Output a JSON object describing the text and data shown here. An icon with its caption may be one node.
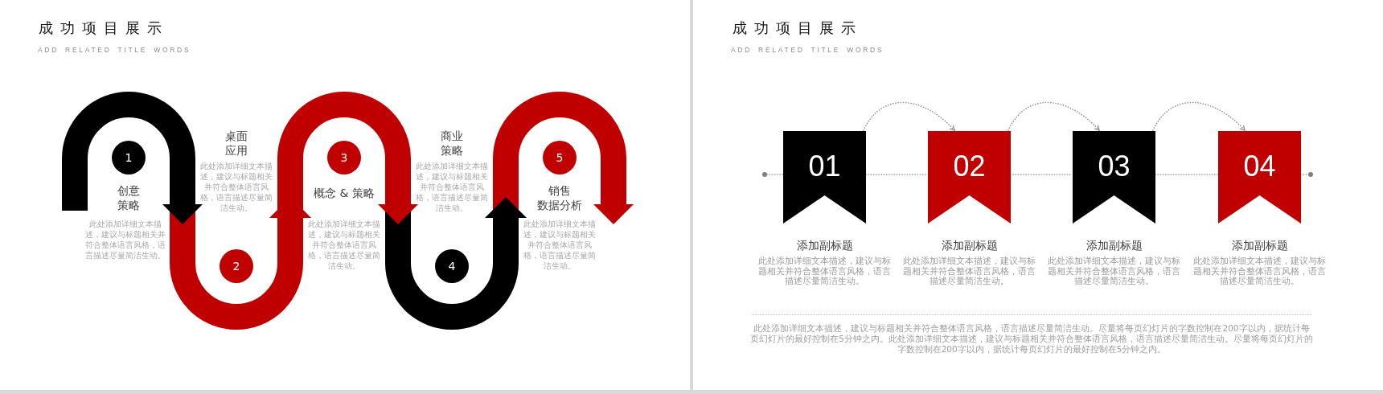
{
  "diagram": {
    "nodes": [
      {
        "text": [
          "1"
        ],
        "beside": [
          "创意策略",
          "此处添加详细文本描述，建议与标题相关并符合整体语言风格，语言描述尽量简洁生动。"
        ]
      },
      {
        "text": [
          "2"
        ],
        "beside": [
          "桌面应用",
          "此处添加详细文本描述，建议与标题相关并符合整体语言风格，语言描述尽量简洁生动。"
        ]
      },
      {
        "text": [
          "3"
        ],
        "beside": [
          "概念 & 策略",
          "此处添加详细文本描述，建议与标题相关并符合整体语言风格，语言描述尽量简洁生动。"
        ]
      },
      {
        "text": [
          "4"
        ],
        "beside": [
          "商业策略",
          "此处添加详细文本描述，建议与标题相关并符合整体语言风格，语言描述尽量简洁生动。"
        ]
      },
      {
        "text": [
          "5"
        ],
        "beside": [
          "销售数据分析",
          "此处添加详细文本描述，建议与标题相关并符合整体语言风格，语言描述尽量简洁生动。"
        ]
      },
      {
        "text": [],
        "shape": "circle"
      },
      {
        "text": [
          "01"
        ],
        "beside": [
          "添加副标题",
          "此处添加详细文本描述，建议与标题相关并符合整体语言风格，语言描述尽量简洁生动。"
        ]
      },
      {
        "text": [
          "02"
        ],
        "beside": [
          "添加副标题",
          "此处添加详细文本描述，建议与标题相关并符合整体语言风格，语言描述尽量简洁生动。"
        ]
      },
      {
        "text": [
          "03"
        ],
        "beside": [
          "添加副标题",
          "此处添加详细文本描述，建议与标题相关并符合整体语言风格，语言描述尽量简洁生动。"
        ]
      },
      {
        "text": [
          "04"
        ],
        "beside": [
          "添加副标题",
          "此处添加详细文本描述，建议与标题相关并符合整体语言风格，语言描述尽量简洁生动。"
        ]
      },
      {
        "text": [],
        "shape": "circle"
      }
    ],
    "edges": [
      {
        "from": 5,
        "to": 6,
        "arrow": "none",
        "style": "dashed"
      },
      {
        "from": 6,
        "to": 7,
        "arrow": "none",
        "style": "dashed"
      },
      {
        "from": 7,
        "to": 8,
        "arrow": "none",
        "style": "dashed"
      },
      {
        "from": 8,
        "to": 9,
        "arrow": "none",
        "style": "dashed"
      },
      {
        "from": 9,
        "to": 10,
        "arrow": "none",
        "style": "dashed"
      },
      {
        "from": 6,
        "to": 7,
        "arrow": "to",
        "style": "dashed"
      },
      {
        "from": 7,
        "to": 8,
        "arrow": "to",
        "style": "dashed"
      },
      {
        "from": 8,
        "to": 9,
        "arrow": "to",
        "style": "dashed"
      }
    ],
    "labels": [
      "成功项目展示",
      "ADD RELATED TITLE WORDS",
      "成功项目展示",
      "ADD RELATED TITLE WORDS",
      "此处添加详细文本描述，建议与标题相关并符合整体语言风格，语言描述尽量简洁生动。尽量将每页幻灯片的字数控制在200字以内，据统计每页幻灯片的最好控制在5分钟之内。此处添加详细文本描述，建议与标题相关并符合整体语言风格，语言描述尽量简洁生动。尽量将每页幻灯片的字数控制在200字以内，据统计每页幻灯片的最好控制在5分钟之内。"
    ]
  }
}
